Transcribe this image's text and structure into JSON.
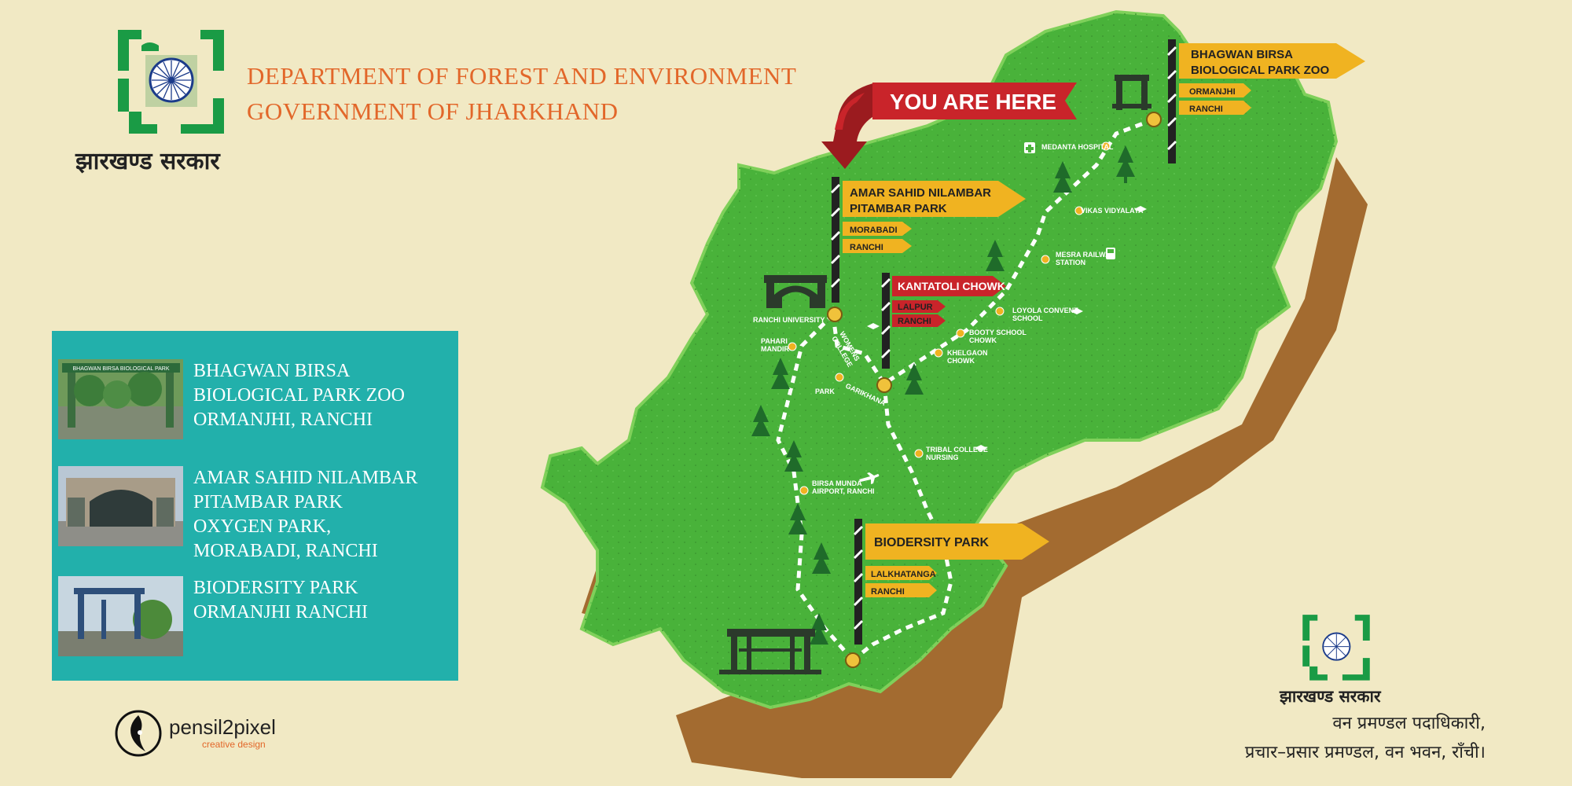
{
  "header": {
    "line1": "DEPARTMENT OF FOREST AND ENVIRONMENT",
    "line2": "GOVERNMENT OF JHARKHAND",
    "emblem_caption": "झारखण्ड सरकार"
  },
  "legend": {
    "items": [
      {
        "lines": [
          "BHAGWAN BIRSA",
          "BIOLOGICAL PARK ZOO",
          "ORMANJHI, RANCHI"
        ],
        "photo_sign": "BHAGWAN BIRSA BIOLOGICAL PARK"
      },
      {
        "lines": [
          "AMAR SAHID NILAMBAR",
          "PITAMBAR PARK",
          "OXYGEN PARK,",
          "MORABADI, RANCHI"
        ],
        "photo_sign": ""
      },
      {
        "lines": [
          "BIODERSITY PARK",
          "ORMANJHI RANCHI"
        ],
        "photo_sign": ""
      }
    ]
  },
  "you_are_here": "YOU ARE HERE",
  "signs": {
    "zoo": {
      "title1": "BHAGWAN BIRSA",
      "title2": "BIOLOGICAL PARK ZOO",
      "sub1": "ORMANJHI",
      "sub2": "RANCHI"
    },
    "nilambar": {
      "title1": "AMAR SAHID NILAMBAR",
      "title2": "PITAMBAR PARK",
      "sub1": "MORABADI",
      "sub2": "RANCHI"
    },
    "kantatoli": {
      "title1": "KANTATOLI CHOWK",
      "sub1": "LALPUR",
      "sub2": "RANCHI"
    },
    "biodersity": {
      "title1": "BIODERSITY PARK",
      "sub1": "LALKHATANGA",
      "sub2": "RANCHI"
    }
  },
  "places": {
    "medanta": "MEDANTA HOSPITAL",
    "vikas": "VIKAS VIDYALAYA",
    "mesra1": "MESRA RAILWAY",
    "mesra2": "STATION",
    "ranchi_univ": "RANCHI UNIVERSITY",
    "loyola1": "LOYOLA CONVENT",
    "loyola2": "SCHOOL",
    "booty1": "BOOTY SCHOOL",
    "booty2": "CHOWK",
    "khelgaon1": "KHELGAON",
    "khelgaon2": "CHOWK",
    "pahari1": "PAHARI",
    "pahari2": "MANDIR",
    "womens1": "WOMENS",
    "womens2": "COLLEGE",
    "garikhana1": "GARIKHANA",
    "garikhana2": "PARK",
    "tribal1": "TRIBAL COLLEGE",
    "tribal2": "NURSING",
    "airport1": "BIRSA MUNDA",
    "airport2": "AIRPORT, RANCHI"
  },
  "credit": {
    "brand": "pensil2pixel",
    "tagline": "creative design"
  },
  "office": {
    "emblem_caption": "झारखण्ड सरकार",
    "line1": "वन प्रमण्डल पदाधिकारी,",
    "line2": "प्रचार–प्रसार प्रमण्डल, वन भवन, राँची।"
  },
  "colors": {
    "background": "#f1e9c4",
    "map_green": "#49b23a",
    "panel_teal": "#22b0ab",
    "sign_yellow": "#f0b321",
    "sign_red": "#c9242a",
    "header_orange": "#e2672a"
  }
}
